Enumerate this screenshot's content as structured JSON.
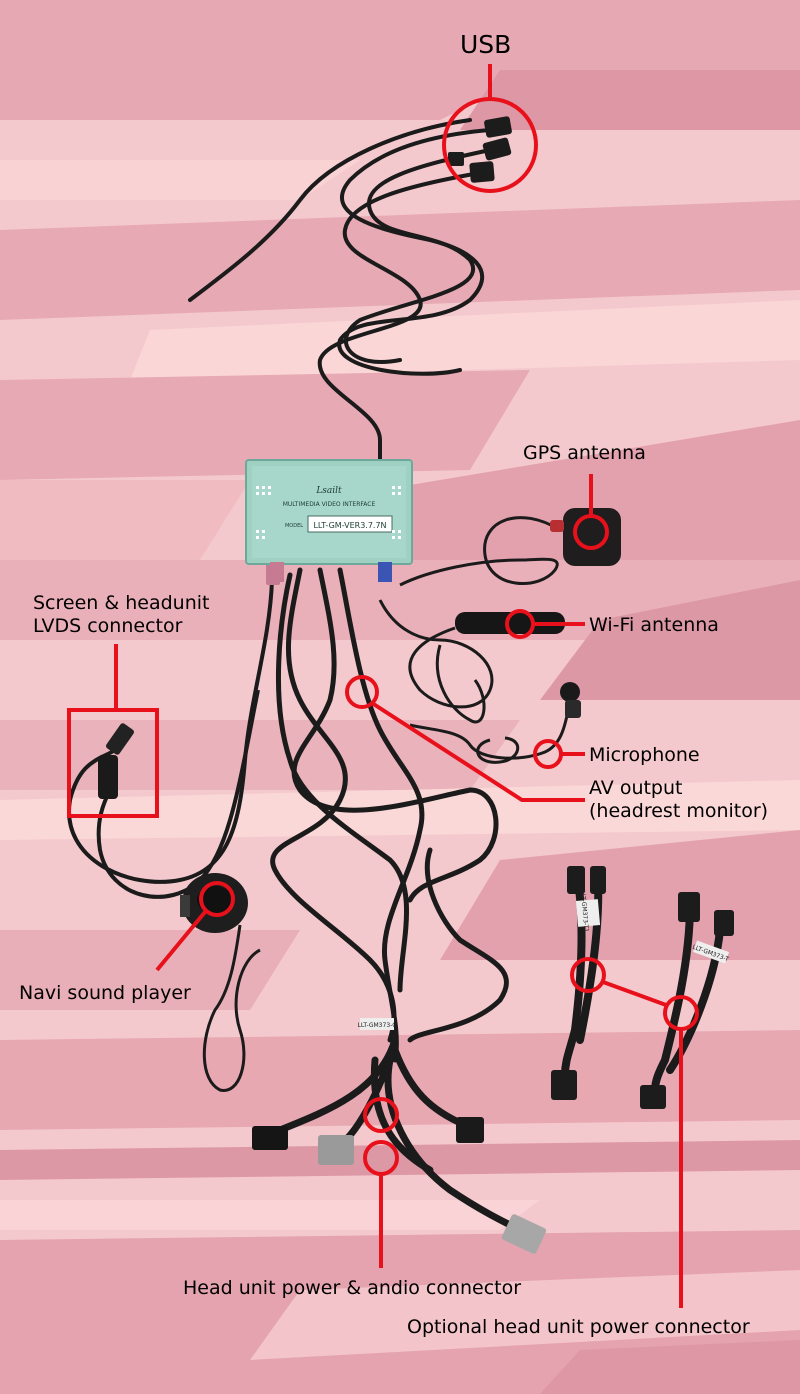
{
  "labels": {
    "usb": "USB",
    "gps_antenna": "GPS antenna",
    "wifi_antenna": "Wi-Fi antenna",
    "microphone": "Microphone",
    "av_output_line1": "AV output",
    "av_output_line2": "(headrest monitor)",
    "lvds_line1": "Screen & headunit",
    "lvds_line2": "LVDS connector",
    "navi_sound_player": "Navi sound player",
    "head_unit_power": "Head unit power & andio connector",
    "optional_head_unit_power": "Optional head unit power connector"
  },
  "device": {
    "brand": "Lsailt",
    "title": "MULTIMEDIA  VIDEO INTERFACE",
    "model_label": "MODEL",
    "model": "LLT-GM-VER3.7.7N"
  },
  "tags": {
    "harness_left": "LLT-GM373-T1",
    "harness_right": "LLT-GM373-T",
    "main_harness": "LLT-GM373-C"
  },
  "colors": {
    "background": "#f4c9cd",
    "stripe_dark": "#e4a2ae",
    "stripe_light": "#fbd6d7",
    "callout": "#e8111b",
    "module_body": "#9fd1c3",
    "cable": "#1b1b1b"
  }
}
